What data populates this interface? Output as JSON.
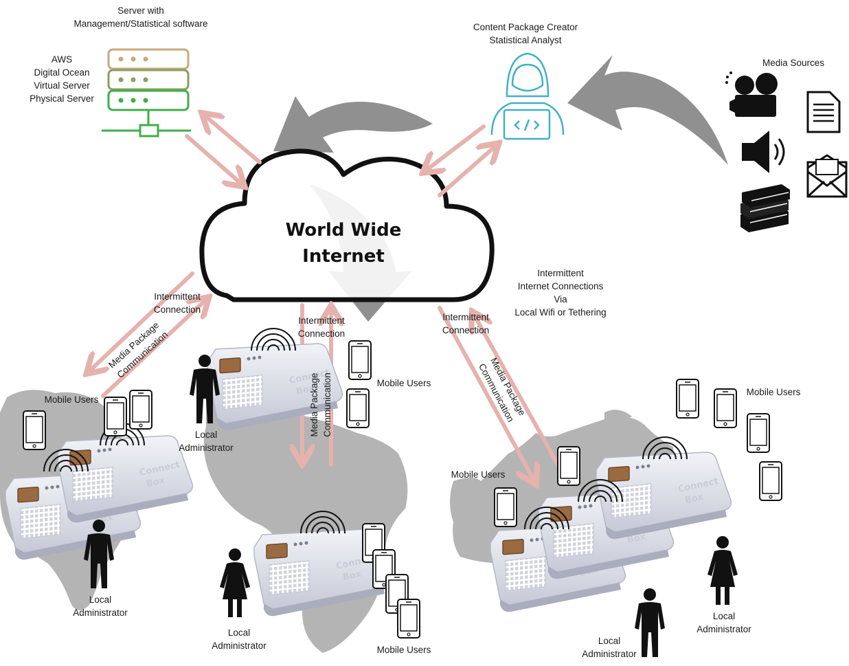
{
  "cloud": {
    "title": "World Wide\nInternet"
  },
  "server": {
    "heading": "Server with\nManagement/Statistical software",
    "hosts": "AWS\nDigital Ocean\nVirtual Server\nPhysical Server"
  },
  "creator": {
    "label": "Content Package Creator\nStatistical Analyst"
  },
  "media": {
    "label": "Media Sources"
  },
  "connections": {
    "intermittent_left": "Intermittent\nConnection",
    "intermittent_center": "Intermittent\nConnection",
    "intermittent_right": "Intermittent\nConnection",
    "intermittent_wifi": "Intermittent\nInternet Connections\nVia\nLocal Wifi or Tethering",
    "media_package_left": "Media Package\nCommunication",
    "media_package_center": "Media Package\nCommunication",
    "media_package_right": "Media Package\nCommunication"
  },
  "groups": {
    "south_america": {
      "users": "Mobile Users",
      "admin": "Local\nAdministrator"
    },
    "africa_top": {
      "users": "Mobile Users",
      "admin": "Local\nAdministrator"
    },
    "africa_bottom": {
      "users": "Mobile Users",
      "admin": "Local\nAdministrator"
    },
    "europe_left": {
      "users": "Mobile Users",
      "admin": "Local\nAdministrator"
    },
    "europe_right": {
      "users": "Mobile Users",
      "admin": "Local\nAdministrator"
    }
  },
  "device_text": "Connect\nBox",
  "colors": {
    "server_top": "#c8a97a",
    "server_mid": "#8aa05a",
    "server_bottom": "#3fae4a",
    "creator": "#3fb0c8",
    "link_arrow": "#e6b2ae",
    "flow_arrow": "#7d7d7d",
    "map": "#b4b4b4"
  },
  "icons": [
    "server-rack-icon",
    "developer-laptop-icon",
    "film-camera-icon",
    "document-icon",
    "speaker-icon",
    "envelope-icon",
    "books-icon",
    "wifi-broadcast-icon",
    "smartphone-icon",
    "person-icon"
  ]
}
